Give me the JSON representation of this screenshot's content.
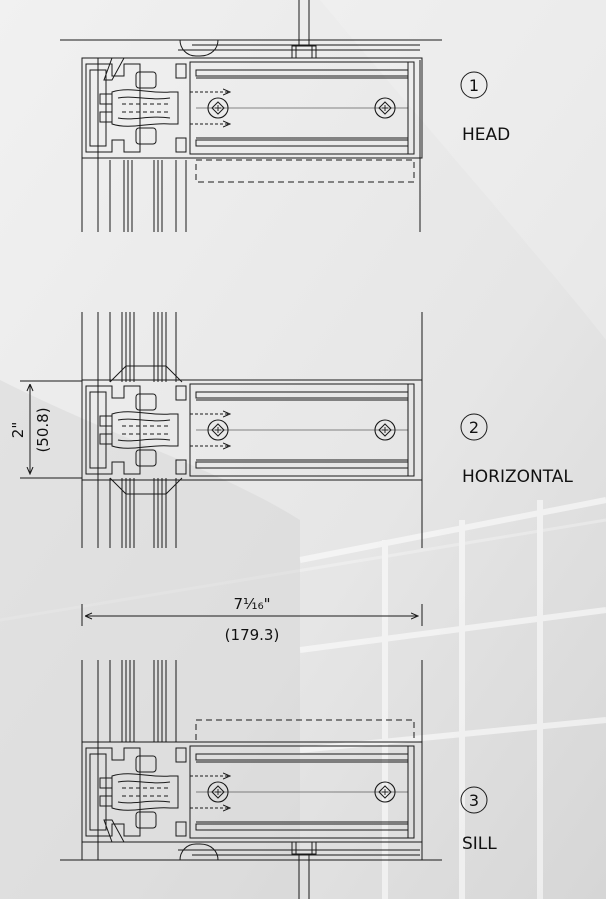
{
  "sections": [
    {
      "number": "1",
      "label": "HEAD"
    },
    {
      "number": "2",
      "label": "HORIZONTAL"
    },
    {
      "number": "3",
      "label": "SILL"
    }
  ],
  "dimensions": {
    "height_imperial": "2\"",
    "height_metric": "(50.8)",
    "width_imperial": "7¹⁄₁₆\"",
    "width_metric": "(179.3)"
  },
  "colors": {
    "line": "#1a1a1a",
    "background": "#ececec",
    "background_shade": "#d9d9d9"
  }
}
